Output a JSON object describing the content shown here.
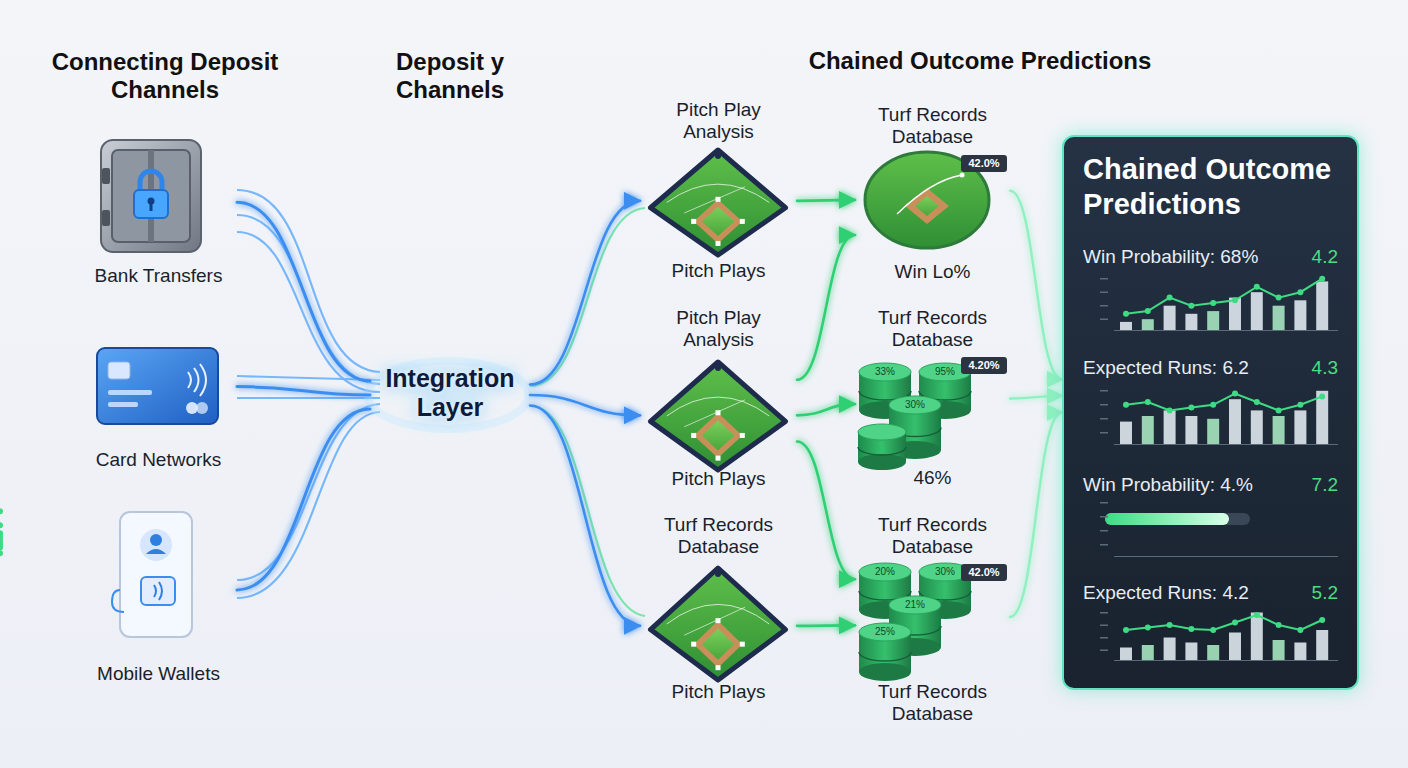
{
  "diagram": {
    "nodes": [
      {
        "text": [
          "Bank Transfers"
        ]
      },
      {
        "text": [
          "Card Networks"
        ]
      },
      {
        "text": [
          "Mobile Wallets"
        ]
      },
      {
        "text": [
          "Integration Layer"
        ]
      },
      {
        "text": [
          "Pitch Play Analysis",
          "Pitch Plays"
        ]
      },
      {
        "text": [
          "Pitch Play Analysis",
          "Pitch Plays"
        ]
      },
      {
        "text": [
          "Turf Records Database",
          "Pitch Plays"
        ]
      },
      {
        "text": [
          "Turf Records Database",
          "Win Lo%"
        ]
      },
      {
        "text": [
          "Turf Records Database",
          "46%"
        ]
      },
      {
        "text": [
          "Turf Records Database",
          "Turf Records Database"
        ]
      },
      {
        "text": [
          "Chained Outcome Predictions",
          "Win Probability: 68%",
          "4.2",
          "Expected Runs: 6.2",
          "4.3",
          "Win Probability: 4.%",
          "7.2",
          "Expected Runs: 4.2",
          "5.2"
        ]
      }
    ],
    "edges": [
      {
        "from": 0,
        "to": 3,
        "arrow": "none"
      },
      {
        "from": 1,
        "to": 3,
        "arrow": "none"
      },
      {
        "from": 2,
        "to": 3,
        "arrow": "none"
      },
      {
        "from": 3,
        "to": 4,
        "arrow": "to"
      },
      {
        "from": 3,
        "to": 5,
        "arrow": "to"
      },
      {
        "from": 3,
        "to": 6,
        "arrow": "to"
      },
      {
        "from": 4,
        "to": 7,
        "arrow": "to"
      },
      {
        "from": 5,
        "to": 7,
        "arrow": "to"
      },
      {
        "from": 5,
        "to": 8,
        "arrow": "to"
      },
      {
        "from": 5,
        "to": 9,
        "arrow": "to"
      },
      {
        "from": 6,
        "to": 9,
        "arrow": "to"
      },
      {
        "from": 7,
        "to": 10,
        "arrow": "to"
      },
      {
        "from": 8,
        "to": 10,
        "arrow": "to"
      },
      {
        "from": 9,
        "to": 10,
        "arrow": "to"
      }
    ],
    "labels": [
      "Connecting Deposit Channels",
      "Deposit y Channels",
      "Chained Outcome Predictions",
      "42.0%",
      "4.20%",
      "33%",
      "95%",
      "30%",
      "42.0%",
      "20%",
      "30%",
      "21%",
      "25%"
    ]
  }
}
